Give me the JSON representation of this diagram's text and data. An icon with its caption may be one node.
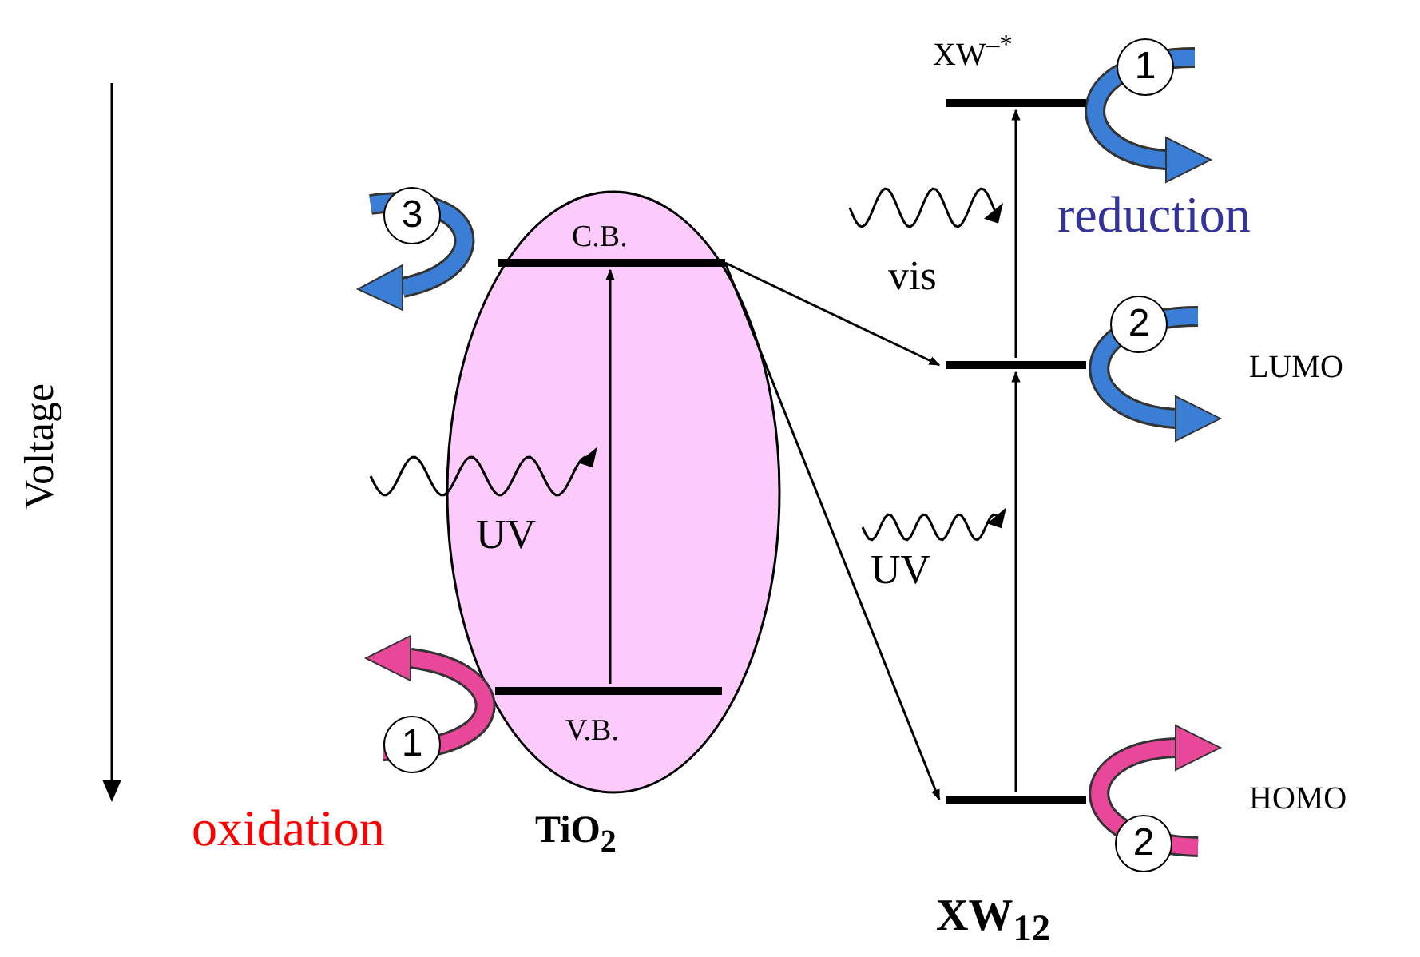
{
  "diagram": {
    "nodes": [
      {
        "text": [
          "TiO$_{2}$"
        ]
      },
      {
        "text": [
          "C.B."
        ],
        "in": 0
      },
      {
        "text": [
          "V.B."
        ],
        "in": 0
      },
      {
        "text": [
          "XW$^{–*}$"
        ]
      },
      {
        "text": [],
        "shape": "bar"
      },
      {
        "text": [],
        "shape": "bar"
      },
      {
        "text": [
          "1"
        ]
      },
      {
        "text": [
          "3"
        ]
      },
      {
        "text": [
          "2"
        ]
      },
      {
        "text": [
          "1"
        ]
      },
      {
        "text": [
          "2"
        ]
      }
    ],
    "edges": [
      {
        "from": 2,
        "to": 1,
        "arrow": "to"
      },
      {
        "from": 1,
        "to": 4,
        "arrow": "to"
      },
      {
        "from": 1,
        "to": 5,
        "arrow": "to"
      },
      {
        "from": 5,
        "to": 4,
        "arrow": "to"
      },
      {
        "from": 4,
        "to": 3,
        "arrow": "to"
      }
    ],
    "labels": [
      "Voltage",
      "reduction",
      "vis",
      "UV",
      "UV",
      "oxidation",
      "XW$_{12}$",
      "LUMO",
      "HOMO"
    ]
  }
}
